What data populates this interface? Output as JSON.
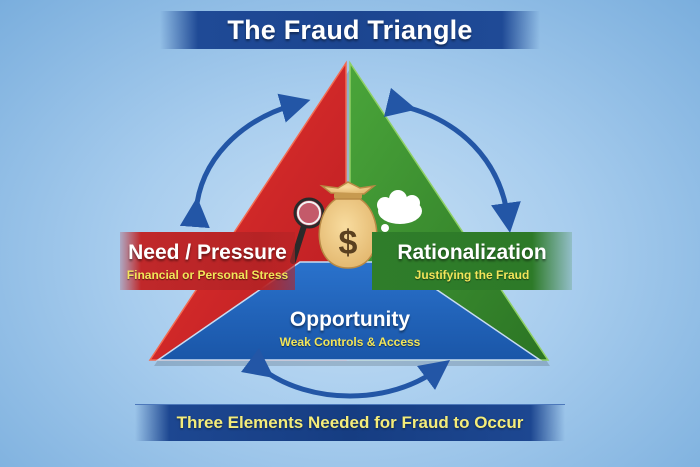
{
  "title": "The Fraud Triangle",
  "footer": "Three Elements Needed for Fraud to Occur",
  "elements": [
    {
      "name": "Need / Pressure",
      "description": "Financial or Personal Stress",
      "color": "#d3262a",
      "icon": "magnifying-glass-icon"
    },
    {
      "name": "Rationalization",
      "description": "Justifying the Fraud",
      "color": "#3a8f2e",
      "icon": "thought-bubble-icon"
    },
    {
      "name": "Opportunity",
      "description": "Weak Controls & Access",
      "color": "#1f63bd",
      "icon": "money-bag-icon"
    }
  ],
  "center_icon": {
    "symbol": "$",
    "name": "money-bag-icon"
  },
  "arrows": [
    "pressure-rationalization-arrow-left",
    "pressure-rationalization-arrow-right",
    "opportunity-arrow-bottom"
  ],
  "colors": {
    "banner": "#1c4590",
    "footer_text": "#f4ec7a",
    "subtitle_text": "#f2e55a",
    "arrow": "#2356a6",
    "background": "#a8cdee"
  }
}
